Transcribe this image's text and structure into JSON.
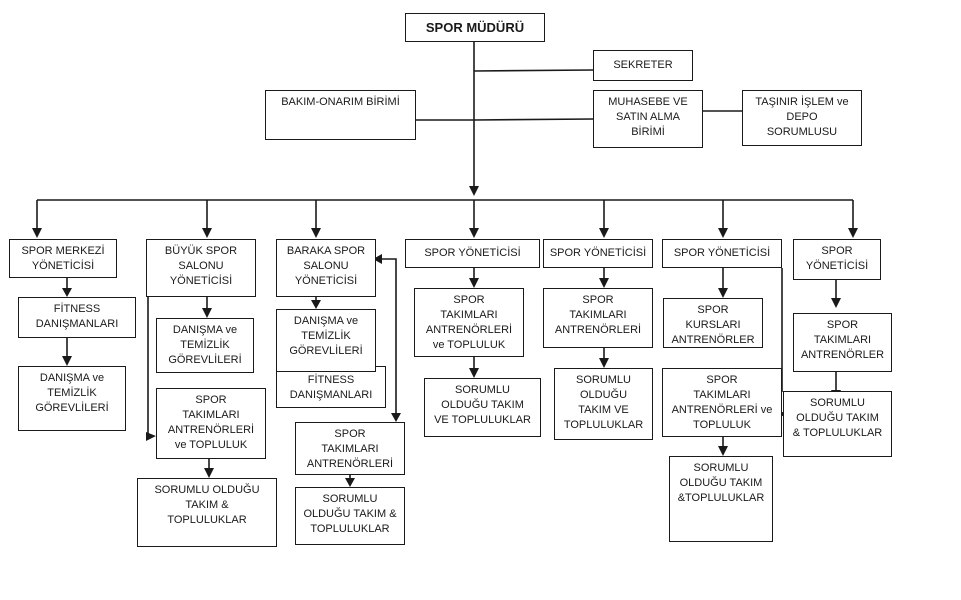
{
  "chart_data": {
    "type": "org-chart",
    "title": "SPOR MÜDÜRÜ",
    "nodes": [
      {
        "id": "mudur",
        "label": "SPOR MÜDÜRÜ"
      },
      {
        "id": "sekreter",
        "label": "SEKRETER",
        "parent": "mudur"
      },
      {
        "id": "bakim",
        "label": "BAKIM-ONARIM BİRİMİ",
        "parent": "mudur"
      },
      {
        "id": "muhasebe",
        "label": "MUHASEBE VE\nSATIN ALMA\nBİRİMİ",
        "parent": "mudur"
      },
      {
        "id": "tasinir",
        "label": "TAŞINIR İŞLEM ve\nDEPO\nSORUMLUSU",
        "parent": "muhasebe"
      },
      {
        "id": "c1_head",
        "label": "SPOR MERKEZİ\nYÖNETİCİSİ",
        "parent": "mudur"
      },
      {
        "id": "c1_fit",
        "label": "FİTNESS\nDANIŞMANLARI",
        "parent": "c1_head"
      },
      {
        "id": "c1_dan",
        "label": "DANIŞMA ve\nTEMİZLİK\nGÖREVLİLERİ",
        "parent": "c1_fit"
      },
      {
        "id": "c2_head",
        "label": "BÜYÜK SPOR\nSALONU\nYÖNETİCİSİ",
        "parent": "mudur"
      },
      {
        "id": "c2_dan",
        "label": "DANIŞMA ve\nTEMİZLİK\nGÖREVLİLERİ",
        "parent": "c2_head"
      },
      {
        "id": "c2_ant",
        "label": "SPOR\nTAKIMLARI\nANTRENÖRLERİ\nve TOPLULUK",
        "parent": "c2_head"
      },
      {
        "id": "c2_sor",
        "label": "SORUMLU OLDUĞU\nTAKIM &\nTOPLULUKLAR",
        "parent": "c2_ant"
      },
      {
        "id": "c3_head",
        "label": "BARAKA SPOR\nSALONU\nYÖNETİCİSİ",
        "parent": "mudur"
      },
      {
        "id": "c3_dan",
        "label": "DANIŞMA ve\nTEMİZLİK\nGÖREVLİLERİ",
        "parent": "c3_head"
      },
      {
        "id": "c3_fit",
        "label": "FİTNESS\nDANIŞMANLARI",
        "parent": "c3_head"
      },
      {
        "id": "c3_ant",
        "label": "SPOR\nTAKIMLARI\nANTRENÖRLERİ",
        "parent": "c3_head"
      },
      {
        "id": "c3_sor",
        "label": "SORUMLU\nOLDUĞU TAKIM &\nTOPLULUKLAR",
        "parent": "c3_ant"
      },
      {
        "id": "c4_head",
        "label": "SPOR YÖNETİCİSİ",
        "parent": "mudur"
      },
      {
        "id": "c4_ant",
        "label": "SPOR\nTAKIMLARI\nANTRENÖRLERİ\nve TOPLULUK",
        "parent": "c4_head"
      },
      {
        "id": "c4_sor",
        "label": "SORUMLU\nOLDUĞU TAKIM\nVE TOPLULUKLAR",
        "parent": "c4_ant"
      },
      {
        "id": "c5_head",
        "label": "SPOR YÖNETİCİSİ",
        "parent": "mudur"
      },
      {
        "id": "c5_ant",
        "label": "SPOR\nTAKIMLARI\nANTRENÖRLERİ",
        "parent": "c5_head"
      },
      {
        "id": "c5_sor",
        "label": "SORUMLU\nOLDUĞU\nTAKIM VE\nTOPLULUKLAR",
        "parent": "c5_ant"
      },
      {
        "id": "c6_head",
        "label": "SPOR YÖNETİCİSİ",
        "parent": "mudur"
      },
      {
        "id": "c6_kurs",
        "label": "SPOR\nKURSLARI\nANTRENÖRLER",
        "parent": "c6_head"
      },
      {
        "id": "c6_ant",
        "label": "SPOR\nTAKIMLARI\nANTRENÖRLERİ ve\nTOPLULUK",
        "parent": "c6_head"
      },
      {
        "id": "c6_sor",
        "label": "SORUMLU\nOLDUĞU TAKIM\n&TOPLULUKLAR",
        "parent": "c6_ant"
      },
      {
        "id": "c7_head",
        "label": "SPOR\nYÖNETİCİSİ",
        "parent": "mudur"
      },
      {
        "id": "c7_ant",
        "label": "SPOR\nTAKIMLARI\nANTRENÖRLER",
        "parent": "c7_head"
      },
      {
        "id": "c7_sor",
        "label": "SORUMLU\nOLDUĞU TAKIM\n& TOPLULUKLAR",
        "parent": "c7_ant"
      }
    ]
  },
  "top": {
    "director": "SPOR MÜDÜRÜ",
    "secretary": "SEKRETER",
    "maintenance": "BAKIM-ONARIM BİRİMİ",
    "accounting": "MUHASEBE VE\nSATIN ALMA\nBİRİMİ",
    "inventory": "TAŞINIR İŞLEM ve\nDEPO\nSORUMLUSU"
  },
  "columns": [
    {
      "head": "SPOR MERKEZİ\nYÖNETİCİSİ",
      "fitness": "FİTNESS\nDANIŞMANLARI",
      "staff": "DANIŞMA ve\nTEMİZLİK\nGÖREVLİLERİ"
    },
    {
      "head": "BÜYÜK SPOR\nSALONU\nYÖNETİCİSİ",
      "staff": "DANIŞMA ve\nTEMİZLİK\nGÖREVLİLERİ",
      "coaches": "SPOR\nTAKIMLARI\nANTRENÖRLERİ\nve TOPLULUK",
      "teams": "SORUMLU OLDUĞU\nTAKIM &\nTOPLULUKLAR"
    },
    {
      "head": "BARAKA SPOR\nSALONU\nYÖNETİCİSİ",
      "staff": "DANIŞMA ve\nTEMİZLİK\nGÖREVLİLERİ",
      "fitness": "FİTNESS\nDANIŞMANLARI",
      "coaches": "SPOR\nTAKIMLARI\nANTRENÖRLERİ",
      "teams": "SORUMLU\nOLDUĞU TAKIM &\nTOPLULUKLAR"
    },
    {
      "head": "SPOR YÖNETİCİSİ",
      "coaches": "SPOR\nTAKIMLARI\nANTRENÖRLERİ\nve TOPLULUK",
      "teams": "SORUMLU\nOLDUĞU TAKIM\nVE TOPLULUKLAR"
    },
    {
      "head": "SPOR YÖNETİCİSİ",
      "coaches": "SPOR\nTAKIMLARI\nANTRENÖRLERİ",
      "teams": "SORUMLU\nOLDUĞU\nTAKIM VE\nTOPLULUKLAR"
    },
    {
      "head": "SPOR YÖNETİCİSİ",
      "courses": "SPOR\nKURSLARI\nANTRENÖRLER",
      "coaches": "SPOR\nTAKIMLARI\nANTRENÖRLERİ ve\nTOPLULUK",
      "teams": "SORUMLU\nOLDUĞU TAKIM\n&TOPLULUKLAR"
    },
    {
      "head": "SPOR\nYÖNETİCİSİ",
      "coaches": "SPOR\nTAKIMLARI\nANTRENÖRLER",
      "teams": "SORUMLU\nOLDUĞU TAKIM\n& TOPLULUKLAR"
    }
  ]
}
